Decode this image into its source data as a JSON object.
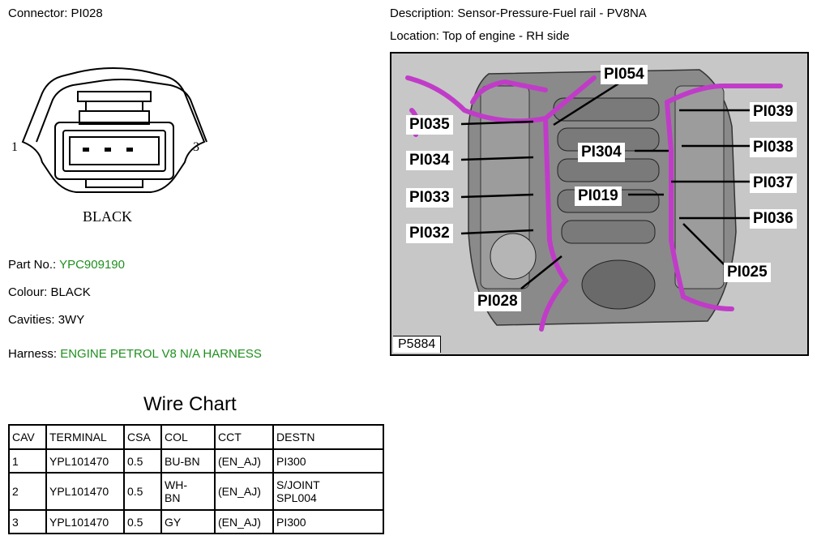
{
  "connector": {
    "label": "Connector:",
    "value": "PI028"
  },
  "description": {
    "label": "Description:",
    "value": "Sensor-Pressure-Fuel rail - PV8NA"
  },
  "location": {
    "label": "Location:",
    "value": "Top of engine - RH side"
  },
  "diagram": {
    "pin_left": "1",
    "pin_right": "3",
    "colour_label": "BLACK"
  },
  "part_no": {
    "label": "Part No.:",
    "value": "YPC909190"
  },
  "colour": {
    "label": "Colour:",
    "value": "BLACK"
  },
  "cavities": {
    "label": "Cavities:",
    "value": "3WY"
  },
  "harness": {
    "label": "Harness:",
    "value": "ENGINE PETROL V8 N/A HARNESS"
  },
  "wire_chart": {
    "title": "Wire Chart",
    "headers": [
      "CAV",
      "TERMINAL",
      "CSA",
      "COL",
      "CCT",
      "DESTN"
    ],
    "rows": [
      [
        "1",
        "YPL101470",
        "0.5",
        "BU-BN",
        "(EN_AJ)",
        "PI300"
      ],
      [
        "2",
        "YPL101470",
        "0.5",
        "WH-\nBN",
        "(EN_AJ)",
        "S/JOINT\nSPL004"
      ],
      [
        "3",
        "YPL101470",
        "0.5",
        "GY",
        "(EN_AJ)",
        "PI300"
      ]
    ]
  },
  "engine_image": {
    "figure_id": "P5884",
    "callouts": [
      "PI054",
      "PI035",
      "PI039",
      "PI034",
      "PI304",
      "PI038",
      "PI033",
      "PI019",
      "PI037",
      "PI036",
      "PI032",
      "PI025",
      "PI028"
    ]
  },
  "colors": {
    "accent_green": "#1f8f1f",
    "harness_magenta": "#c03cc8"
  }
}
